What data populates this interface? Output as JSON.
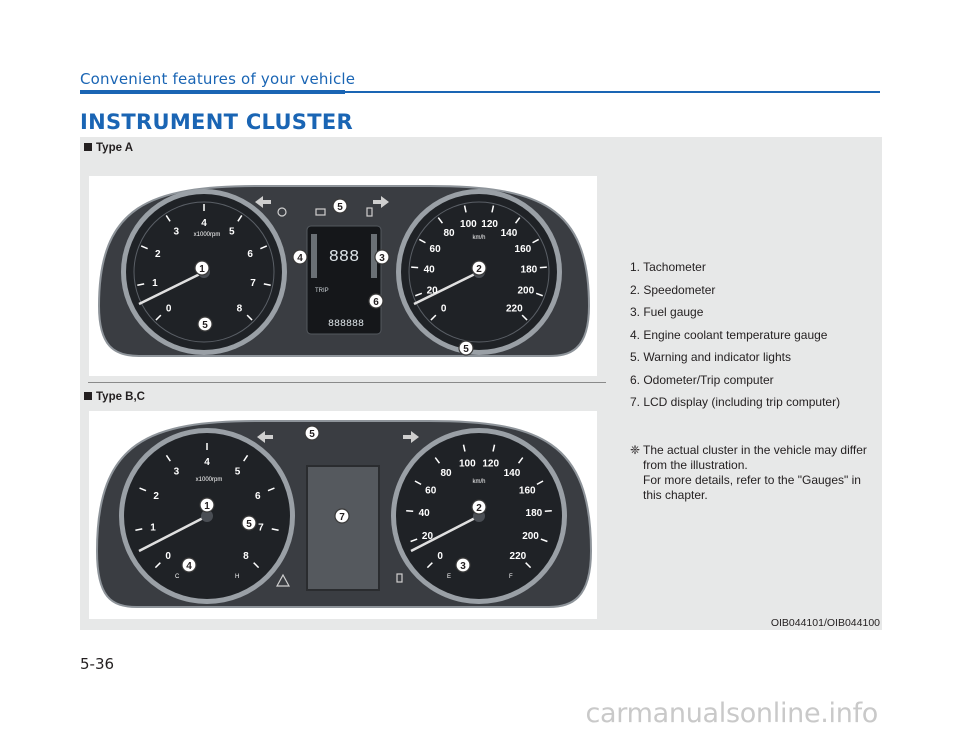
{
  "header": {
    "section": "Convenient features of your vehicle",
    "title": "INSTRUMENT CLUSTER"
  },
  "figure": {
    "type_a": "Type A",
    "type_bc": "Type B,C",
    "image_code": "OIB044101/OIB044100",
    "gauge": {
      "rpm_unit": "x1000rpm",
      "speed_unit": "km/h",
      "rpm_scale": [
        "0",
        "1",
        "2",
        "3",
        "4",
        "5",
        "6",
        "7",
        "8"
      ],
      "speed_scale": [
        "0",
        "20",
        "40",
        "60",
        "80",
        "100",
        "120",
        "140",
        "160",
        "180",
        "200",
        "220"
      ],
      "lcd_digits": "888",
      "odo_digits": "888888",
      "trip_label": "TRIP",
      "temp_c": "C",
      "temp_h": "H",
      "fuel_e": "E",
      "fuel_f": "F"
    },
    "callouts_a": [
      "1",
      "2",
      "3",
      "4",
      "5",
      "5",
      "5",
      "6"
    ],
    "callouts_b": [
      "1",
      "2",
      "3",
      "4",
      "5",
      "5",
      "7"
    ]
  },
  "legend": {
    "items": [
      "1. Tachometer",
      "2. Speedometer",
      "3. Fuel gauge",
      "4. Engine coolant temperature gauge",
      "5. Warning and indicator lights",
      "6. Odometer/Trip computer",
      "7. LCD display (including trip computer)"
    ],
    "note_mark": "❈",
    "note": "The actual cluster in the vehicle may differ\nfrom the illustration.\nFor more details, refer to the \"Gauges\" in\nthis chapter."
  },
  "footer": {
    "page": "5-36",
    "watermark": "carmanualsonline.info"
  },
  "colors": {
    "accent": "#1a65b4",
    "panel": "#e7e8e8",
    "gauge_face": "#1f2226",
    "gauge_ring": "#9aa0a6",
    "callout_ring": "#3a3a3a"
  }
}
